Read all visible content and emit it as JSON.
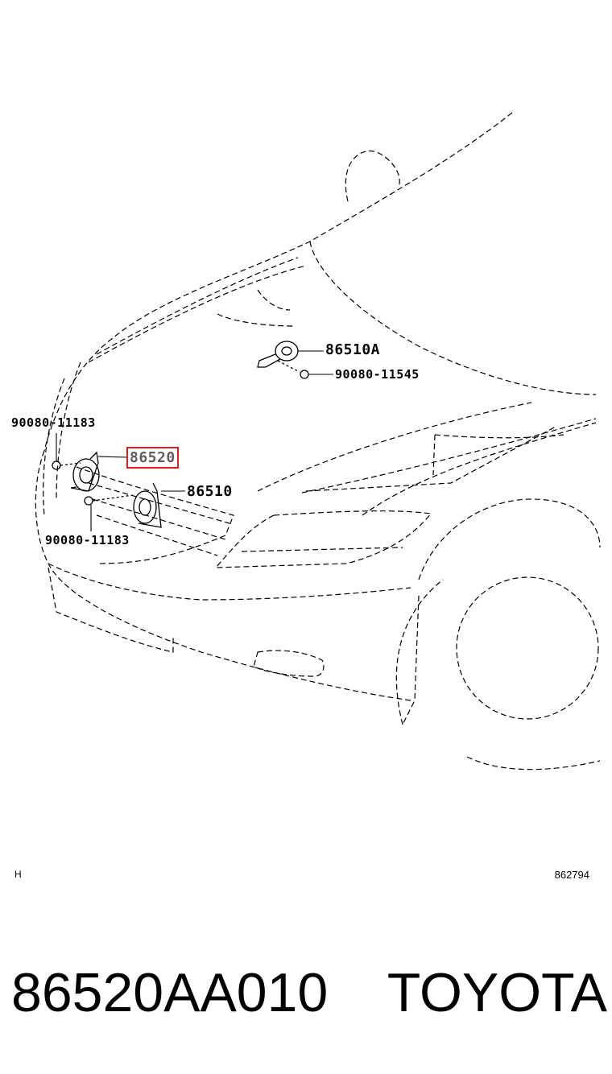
{
  "callouts": {
    "c1": "86510A",
    "c2": "90080-11545",
    "c3": "90080-11183",
    "c4": "86520",
    "c5": "86510",
    "c6": "90080-11183"
  },
  "corner": {
    "left": "H",
    "right": "862794"
  },
  "caption": {
    "part_number": "86520AA010",
    "brand": "TOYOTA"
  },
  "colors": {
    "highlight": "#e0191e",
    "line": "#000000"
  }
}
